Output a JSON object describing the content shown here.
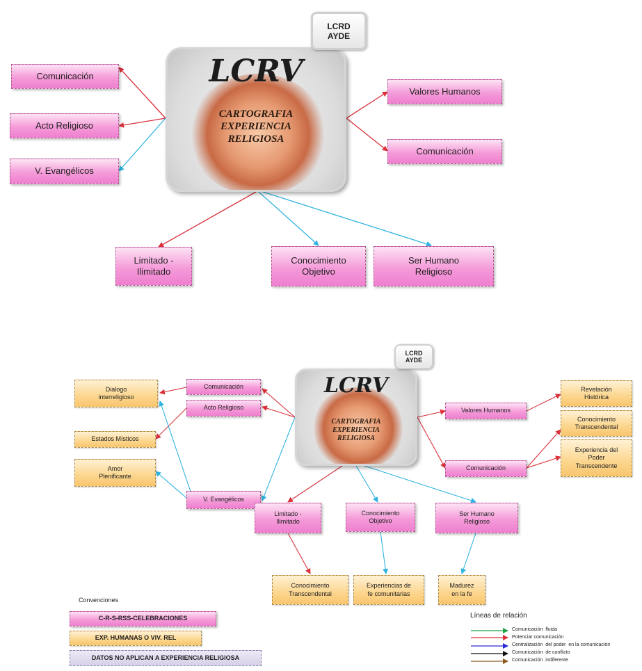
{
  "colors": {
    "red": "#d9303a",
    "blue": "#2fb3e0",
    "green": "#20a04a",
    "indigo": "#2a2ad0",
    "black": "#111111",
    "brown": "#8a5a20"
  },
  "top": {
    "badge_line1": "LCRD",
    "badge_line2": "AYDE",
    "center_title": "LCRV",
    "center_subtitle": "CARTOGRAFIA\nEXPERIENCIA\nRELIGIOSA",
    "nodes": {
      "comunicacion_left": "Comunicación",
      "acto_religioso": "Acto Religioso",
      "v_evangelicos": "V. Evangélicos",
      "valores_humanos": "Valores Humanos",
      "comunicacion_right": "Comunicación",
      "limitado": "Limitado -\nIlimitado",
      "conocimiento_objetivo": "Conocimiento\nObjetivo",
      "ser_humano": "Ser Humano\nReligioso"
    }
  },
  "bottom": {
    "badge_line1": "LCRD",
    "badge_line2": "AYDE",
    "center_title": "LCRV",
    "center_subtitle": "CARTOGRAFIA\nEXPERIENCIA\nRELIGIOSA",
    "nodes": {
      "comunicacion_left": "Comunicación",
      "acto_religioso": "Acto Religioso",
      "v_evangelicos": "V. Evangélicos",
      "dialogo": "Dialogo\ninterreligioso",
      "estados_misticos": "Estados Místicos",
      "amor": "Amor\nPlenificante",
      "valores_humanos": "Valores Humanos",
      "comunicacion_right": "Comunicación",
      "revelacion": "Revelación\nHistórica",
      "conocimiento_trasc_right": "Conocimiento\nTranscendental",
      "experiencia_poder": "Experiencia del\nPoder\nTranscendente",
      "limitado": "Limitado -\nIlimitado",
      "conocimiento_objetivo": "Conocimiento\nObjetivo",
      "ser_humano": "Ser Humano\nReligioso",
      "conocimiento_trasc_bottom": "Conocimiento\nTranscendental",
      "experiencias_fe": "Experiencias de\nfe comunitarias",
      "madurez": "Madurez\nen la fe"
    }
  },
  "convenciones": {
    "title": "Convenciones",
    "items": [
      "C-R-S-RSS-CELEBRACIONES",
      "EXP. HUMANAS O VIV. REL",
      "DATOS NO APLICAN A EXPERIENCIA RELIGIOSA"
    ]
  },
  "lineas": {
    "title": "Líneas de relación",
    "items": [
      {
        "label": "Comunicación  fluida",
        "color": "#20a04a"
      },
      {
        "label": "Potenciar comunicación",
        "color": "#d9303a"
      },
      {
        "label": "Centralización  del poder  en la comunicación",
        "color": "#2a2ad0"
      },
      {
        "label": "Comunicación  de conflicto",
        "color": "#111111"
      },
      {
        "label": "Comunicación  indiferente",
        "color": "#8a5a20"
      }
    ]
  }
}
